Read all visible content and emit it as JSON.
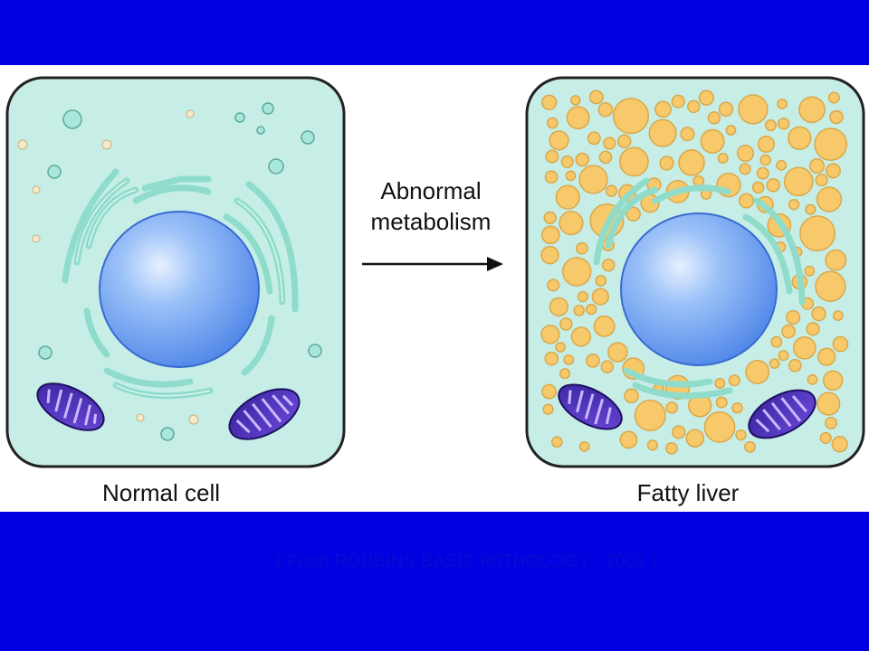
{
  "figure": {
    "left_cell": {
      "caption": "Normal cell"
    },
    "right_cell": {
      "caption": "Fatty liver"
    },
    "arrow": {
      "line1": "Abnormal",
      "line2": "metabolism"
    }
  },
  "citation": "( From ROBBINS BASIC PATHOLOGY , 2003 )",
  "colors": {
    "slide_background": "#0000e0",
    "cytoplasm": "#c6eee6",
    "cell_border": "#222222",
    "nucleus": "#6fa4f2",
    "organelle": "#9fe6d8",
    "mitochondria": "#4a2fb8",
    "lipid_droplet": "#f7c96b",
    "citation_text": "#0a0ad0"
  }
}
